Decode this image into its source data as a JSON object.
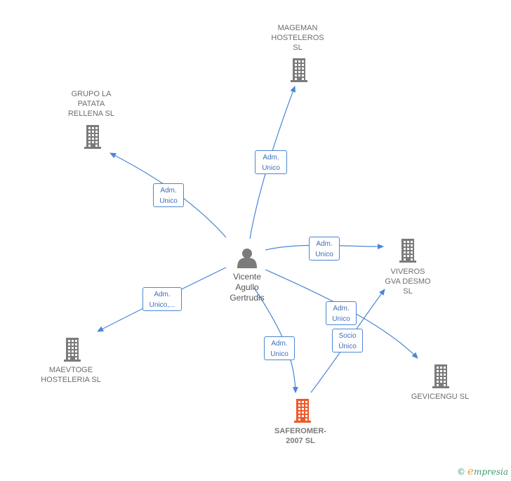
{
  "person": {
    "label": "Vicente\nAgullo\nGertrudis"
  },
  "companies": [
    {
      "id": "mageman",
      "label": "MAGEMAN\nHOSTELEROS\nSL",
      "highlight": false
    },
    {
      "id": "grupo",
      "label": "GRUPO LA\nPATATA\nRELLENA  SL",
      "highlight": false
    },
    {
      "id": "viveros",
      "label": "VIVEROS\nGVA DESMO\nSL",
      "highlight": false
    },
    {
      "id": "maevtoge",
      "label": "MAEVTOGE\nHOSTELERIA SL",
      "highlight": false
    },
    {
      "id": "gevicengu",
      "label": "GEVICENGU SL",
      "highlight": false
    },
    {
      "id": "saferomer",
      "label": "SAFEROMER-\n2007  SL",
      "highlight": true
    }
  ],
  "edges": [
    {
      "from": "person",
      "to": "mageman",
      "label": "Adm.\nUnico"
    },
    {
      "from": "person",
      "to": "grupo",
      "label": "Adm.\nUnico"
    },
    {
      "from": "person",
      "to": "viveros",
      "label": "Adm.\nUnico"
    },
    {
      "from": "person",
      "to": "maevtoge",
      "label": "Adm.\nUnico,..."
    },
    {
      "from": "person",
      "to": "gevicengu",
      "label": "Adm.\nUnico"
    },
    {
      "from": "person",
      "to": "saferomer",
      "label": "Adm.\nUnico"
    },
    {
      "from": "saferomer",
      "to": "viveros",
      "label": "Socio\nÚnico"
    }
  ],
  "colors": {
    "edge": "#4a86d4",
    "building": "#7b7b7b",
    "building_highlight": "#f0582a",
    "person": "#7b7b7b"
  },
  "icons": {
    "company": "building-icon",
    "person": "person-icon"
  },
  "footer": {
    "copyright_symbol": "©",
    "brand_initial": "e",
    "brand_rest": "mpresia"
  }
}
